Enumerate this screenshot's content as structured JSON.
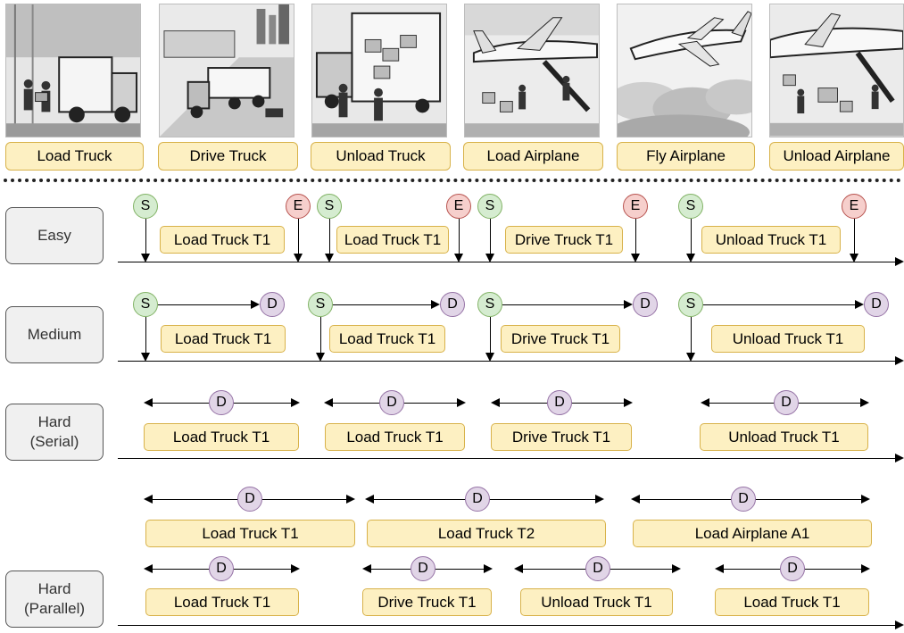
{
  "actions": [
    {
      "label": "Load Truck",
      "icon": "truck-loading-illustration"
    },
    {
      "label": "Drive Truck",
      "icon": "truck-driving-illustration"
    },
    {
      "label": "Unload Truck",
      "icon": "truck-unloading-illustration"
    },
    {
      "label": "Load Airplane",
      "icon": "airplane-loading-illustration"
    },
    {
      "label": "Fly Airplane",
      "icon": "airplane-flying-illustration"
    },
    {
      "label": "Unload Airplane",
      "icon": "airplane-unloading-illustration"
    }
  ],
  "node_labels": {
    "start": "S",
    "end": "E",
    "duration": "D"
  },
  "levels": {
    "easy": {
      "label": "Easy",
      "tasks": [
        "Load Truck T1",
        "Load Truck T1",
        "Drive Truck T1",
        "Unload Truck T1"
      ]
    },
    "medium": {
      "label": "Medium",
      "tasks": [
        "Load Truck T1",
        "Load Truck T1",
        "Drive Truck T1",
        "Unload Truck T1"
      ]
    },
    "hard_serial": {
      "label_line1": "Hard",
      "label_line2": "(Serial)",
      "tasks": [
        "Load Truck T1",
        "Load Truck T1",
        "Drive Truck T1",
        "Unload Truck T1"
      ]
    },
    "hard_parallel": {
      "label_line1": "Hard",
      "label_line2": "(Parallel)",
      "row1_tasks": [
        "Load Truck T1",
        "Load Truck T2",
        "Load Airplane A1"
      ],
      "row2_tasks": [
        "Load Truck T1",
        "Drive Truck T1",
        "Unload Truck T1",
        "Load Truck T1"
      ]
    }
  },
  "colors": {
    "task_fill": "#fdf0c2",
    "task_border": "#d8b24a",
    "start_node": "#d5ecd0",
    "end_node": "#f6cfcc",
    "duration_node": "#e1d5e7",
    "level_box": "#f0f0f0"
  }
}
